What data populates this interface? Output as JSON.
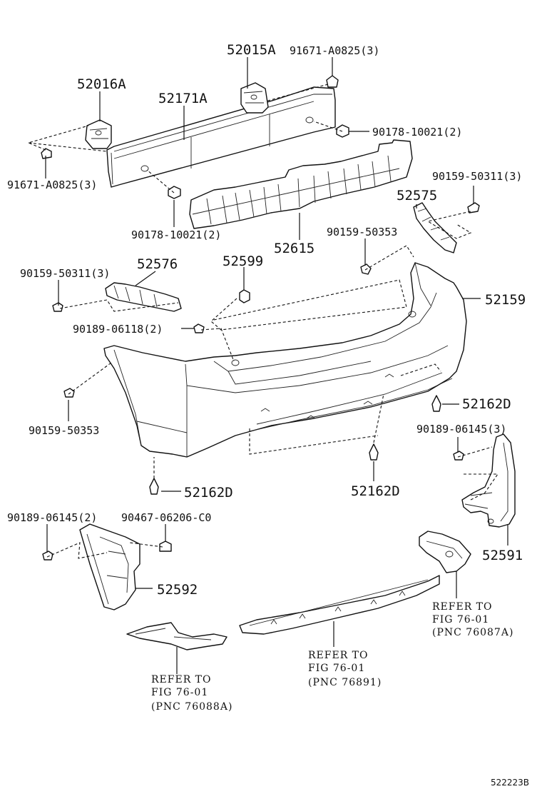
{
  "labels": {
    "p52015A": "52015A",
    "p91671_top": "91671-A0825(3)",
    "p52016A": "52016A",
    "p52171A": "52171A",
    "p90178_right": "90178-10021(2)",
    "p91671_left": "91671-A0825(3)",
    "p90159_top_right": "90159-50311(3)",
    "p52575": "52575",
    "p90178_mid": "90178-10021(2)",
    "p90159_50353_mid": "90159-50353",
    "p52615": "52615",
    "p90159_left": "90159-50311(3)",
    "p52576": "52576",
    "p52599": "52599",
    "p52159": "52159",
    "p90189_06118": "90189-06118(2)",
    "p52162D_right": "52162D",
    "p90159_50353_left": "90159-50353",
    "p90189_06145_right": "90189-06145(3)",
    "p52162D_left": "52162D",
    "p52162D_mid": "52162D",
    "p90189_06145_left": "90189-06145(2)",
    "p90467": "90467-06206-C0",
    "p52591": "52591",
    "p52592": "52592"
  },
  "refs": {
    "right": {
      "line1": "REFER TO",
      "line2": "FIG 76-01",
      "line3": "(PNC 76087A)"
    },
    "middle": {
      "line1": "REFER TO",
      "line2": "FIG 76-01",
      "line3": "(PNC 76891)"
    },
    "left": {
      "line1": "REFER TO",
      "line2": "FIG 76-01",
      "line3": "(PNC 76088A)"
    }
  },
  "figure_id": "522223B"
}
